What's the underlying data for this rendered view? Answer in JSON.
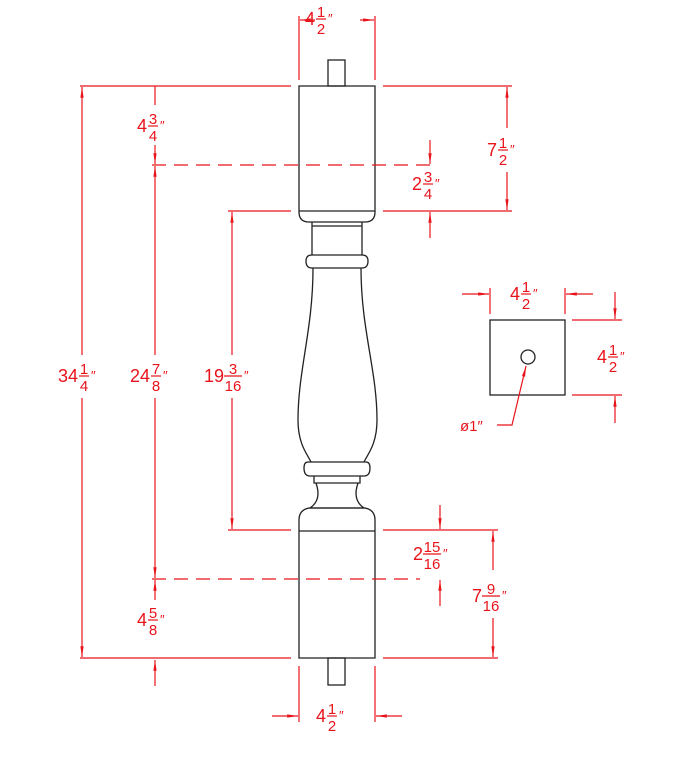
{
  "drawing": {
    "title": "Baluster dimension drawing",
    "colors": {
      "dimension": "#e8141c",
      "object": "#222222"
    },
    "inch_mark": "″",
    "dimensions": {
      "top_width": {
        "whole": "4",
        "num": "1",
        "den": "2"
      },
      "top_block_height": {
        "whole": "7",
        "num": "1",
        "den": "2"
      },
      "top_offset": {
        "whole": "4",
        "num": "3",
        "den": "4"
      },
      "top_reveal": {
        "whole": "2",
        "num": "3",
        "den": "4"
      },
      "overall_height": {
        "whole": "34",
        "num": "1",
        "den": "4"
      },
      "mid_height": {
        "whole": "24",
        "num": "7",
        "den": "8"
      },
      "turning_height": {
        "whole": "19",
        "num": "3",
        "den": "16"
      },
      "bottom_reveal": {
        "whole": "2",
        "num": "15",
        "den": "16"
      },
      "bottom_block_height": {
        "whole": "7",
        "num": "9",
        "den": "16"
      },
      "bottom_offset": {
        "whole": "4",
        "num": "5",
        "den": "8"
      },
      "bottom_width": {
        "whole": "4",
        "num": "1",
        "den": "2"
      },
      "section_width": {
        "whole": "4",
        "num": "1",
        "den": "2"
      },
      "section_depth": {
        "whole": "4",
        "num": "1",
        "den": "2"
      }
    },
    "hole_label": "ø1″"
  }
}
